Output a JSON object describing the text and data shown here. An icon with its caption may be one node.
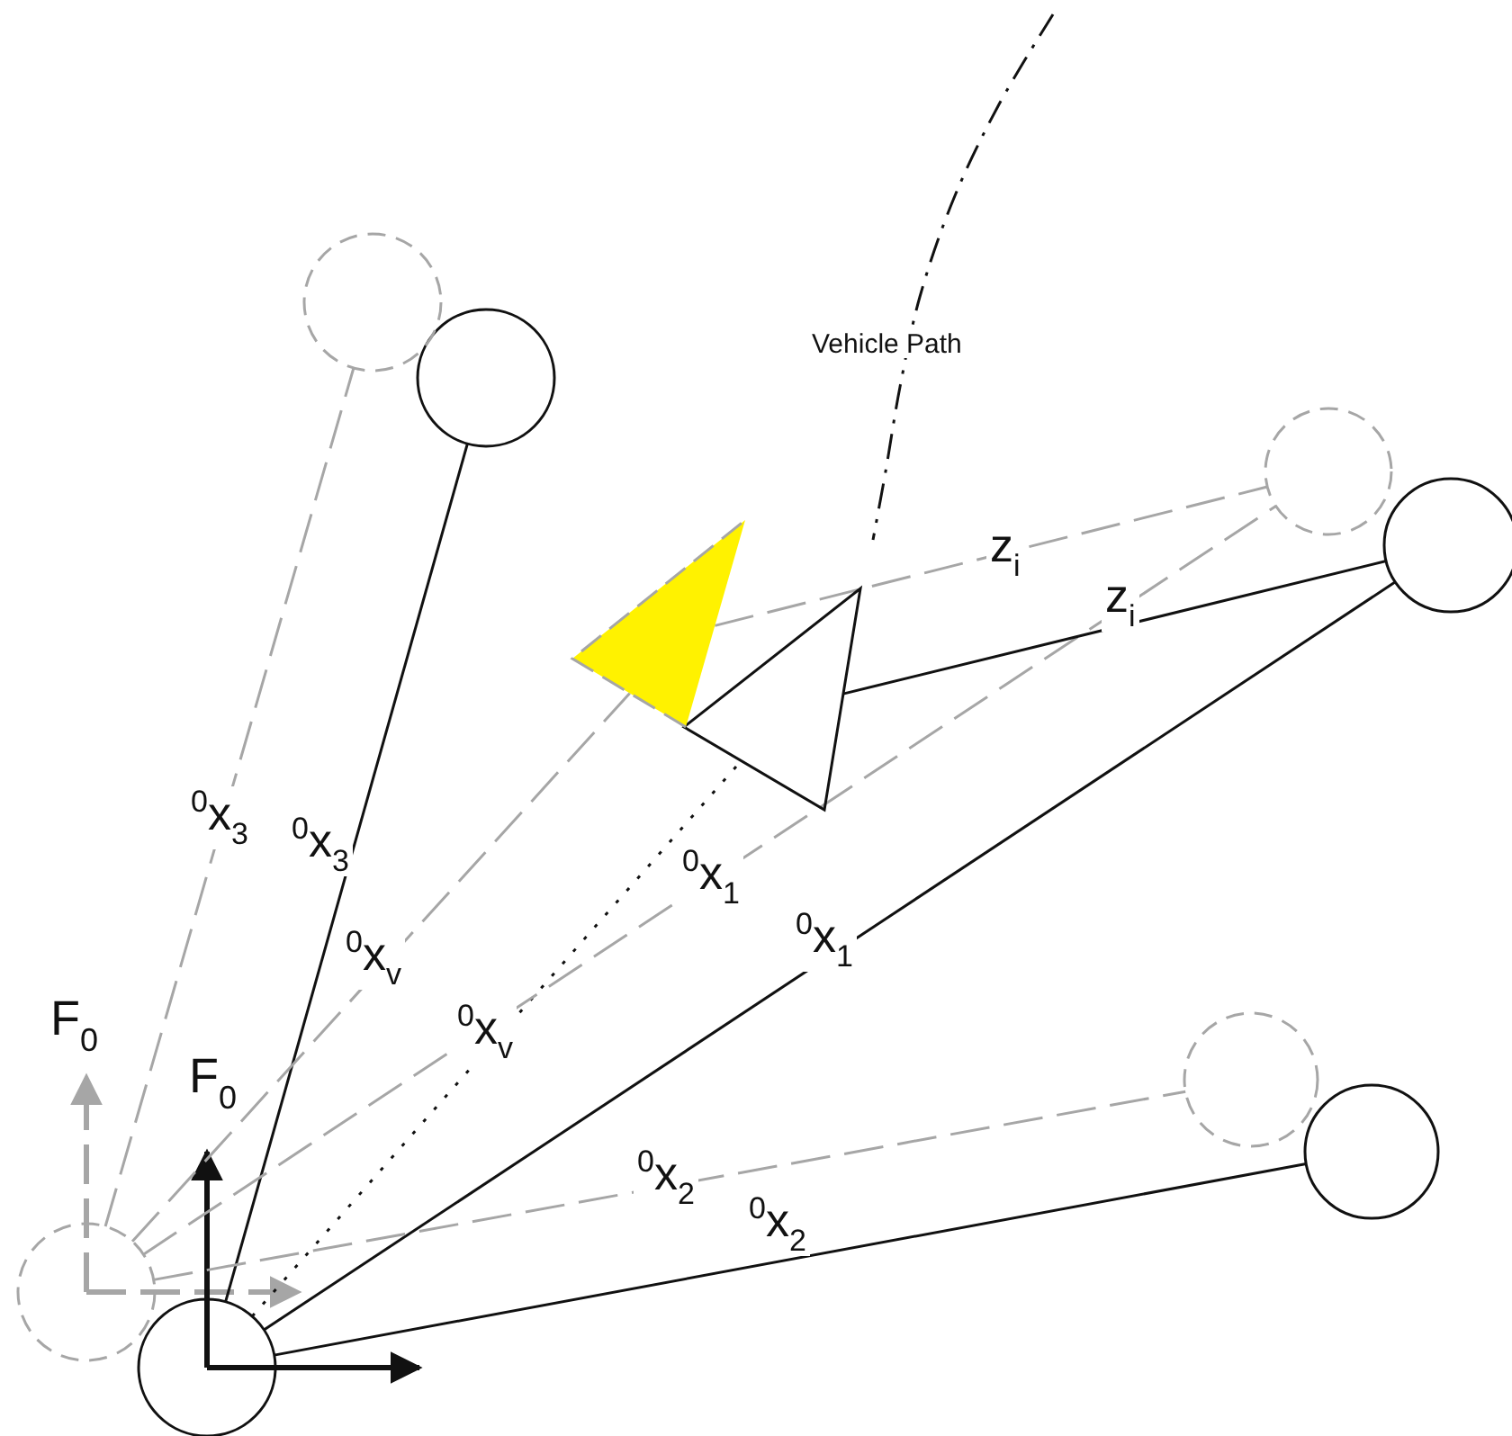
{
  "diagram": {
    "nodes": [
      {
        "text": [],
        "shape": "circle"
      },
      {
        "text": [],
        "shape": "circle"
      },
      {
        "text": [],
        "shape": "circle"
      },
      {
        "text": [],
        "shape": "circle"
      },
      {
        "text": [],
        "shape": "circle"
      },
      {
        "text": [],
        "shape": "circle"
      },
      {
        "text": [],
        "shape": "circle"
      },
      {
        "text": [],
        "shape": "circle"
      },
      {
        "text": [],
        "shape": "triangle"
      },
      {
        "text": [],
        "shape": "triangle"
      }
    ],
    "edges": [
      {
        "from": 1,
        "to": 3,
        "arrow": "none",
        "label": "$^{0}$x$_{3}$",
        "style": "dashed",
        "color": "#a6a6a6"
      },
      {
        "from": 0,
        "to": 2,
        "arrow": "none",
        "label": "$^{0}$x$_{3}$",
        "color": "#111111"
      },
      {
        "from": 1,
        "to": 9,
        "arrow": "none",
        "label": "$^{0}$x$_{v}$",
        "style": "dashed",
        "color": "#a6a6a6"
      },
      {
        "from": 0,
        "to": 8,
        "arrow": "none",
        "label": "$^{0}$x$_{v}$",
        "style": "dashed",
        "color": "#111111"
      },
      {
        "from": 1,
        "to": 5,
        "arrow": "none",
        "label": "$^{0}$x$_{1}$",
        "style": "dashed",
        "color": "#a6a6a6"
      },
      {
        "from": 0,
        "to": 4,
        "arrow": "none",
        "label": "$^{0}$x$_{1}$",
        "color": "#111111"
      },
      {
        "from": 1,
        "to": 7,
        "arrow": "none",
        "label": "$^{0}$x$_{2}$",
        "style": "dashed",
        "color": "#a6a6a6"
      },
      {
        "from": 0,
        "to": 6,
        "arrow": "none",
        "label": "$^{0}$x$_{2}$",
        "color": "#111111"
      },
      {
        "from": 9,
        "to": 5,
        "arrow": "none",
        "label": "z$_{i}$",
        "style": "dashed",
        "color": "#a6a6a6"
      },
      {
        "from": 8,
        "to": 4,
        "arrow": "none",
        "label": "z$_{i}$",
        "color": "#111111"
      }
    ],
    "labels": [
      "Vehicle Path",
      "F$_{0}$",
      "F$_{0}$"
    ]
  }
}
